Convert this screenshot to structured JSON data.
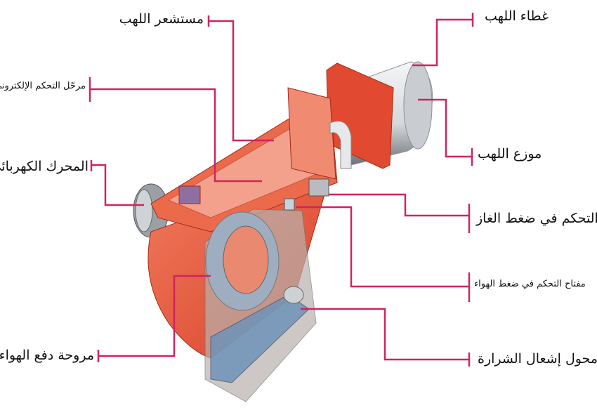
{
  "colors": {
    "leader_line": "#d0245e",
    "body": "#e8553a",
    "body_light": "#f4a58e",
    "tube": "#d8dbdf",
    "cover": "#b8b2ad",
    "tray": "#6f93b8"
  },
  "labels": {
    "flame_sensor": "مستشعر اللهب",
    "flame_cover": "غطاء اللهب",
    "electronic_relay": "مرحّل التحكم الإلكتروني",
    "flame_distributor": "موزع اللهب",
    "electric_motor": "المحرك الكهربائي",
    "gas_pressure_control": "التحكم في ضغط الغاز",
    "air_pressure_switch": "مفتاح التحكم في ضغط الهواء",
    "blower_fan": "مروحة دفع الهواء",
    "ignition_transformer": "محول إشعال الشرارة"
  }
}
